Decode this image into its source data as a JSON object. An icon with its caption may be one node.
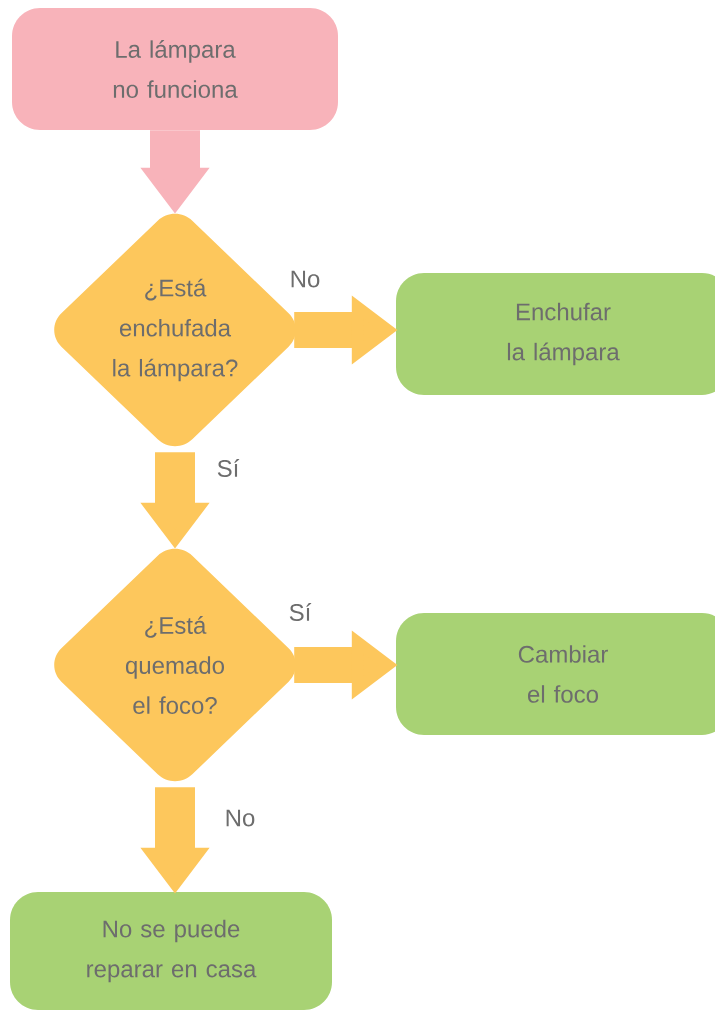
{
  "diagram": {
    "nodes": [
      {
        "text": [
          "La lámpara no funciona"
        ]
      },
      {
        "text": [
          "¿Está enchufada la lámpara?"
        ]
      },
      {
        "text": [
          "Enchufar la lámpara"
        ]
      },
      {
        "text": [
          "¿Está quemado el foco?"
        ]
      },
      {
        "text": [
          "Cambiar el foco"
        ]
      },
      {
        "text": [
          "No se puede reparar en casa"
        ]
      }
    ],
    "edges": [
      {
        "from": 0,
        "to": 1,
        "arrow": "to",
        "color": "#f8b3ba"
      },
      {
        "from": 1,
        "to": 2,
        "arrow": "to",
        "label": "No"
      },
      {
        "from": 1,
        "to": 3,
        "arrow": "to",
        "label": "Sí"
      },
      {
        "from": 3,
        "to": 4,
        "arrow": "to",
        "label": "Sí"
      },
      {
        "from": 3,
        "to": 5,
        "arrow": "to",
        "label": "No"
      }
    ]
  }
}
